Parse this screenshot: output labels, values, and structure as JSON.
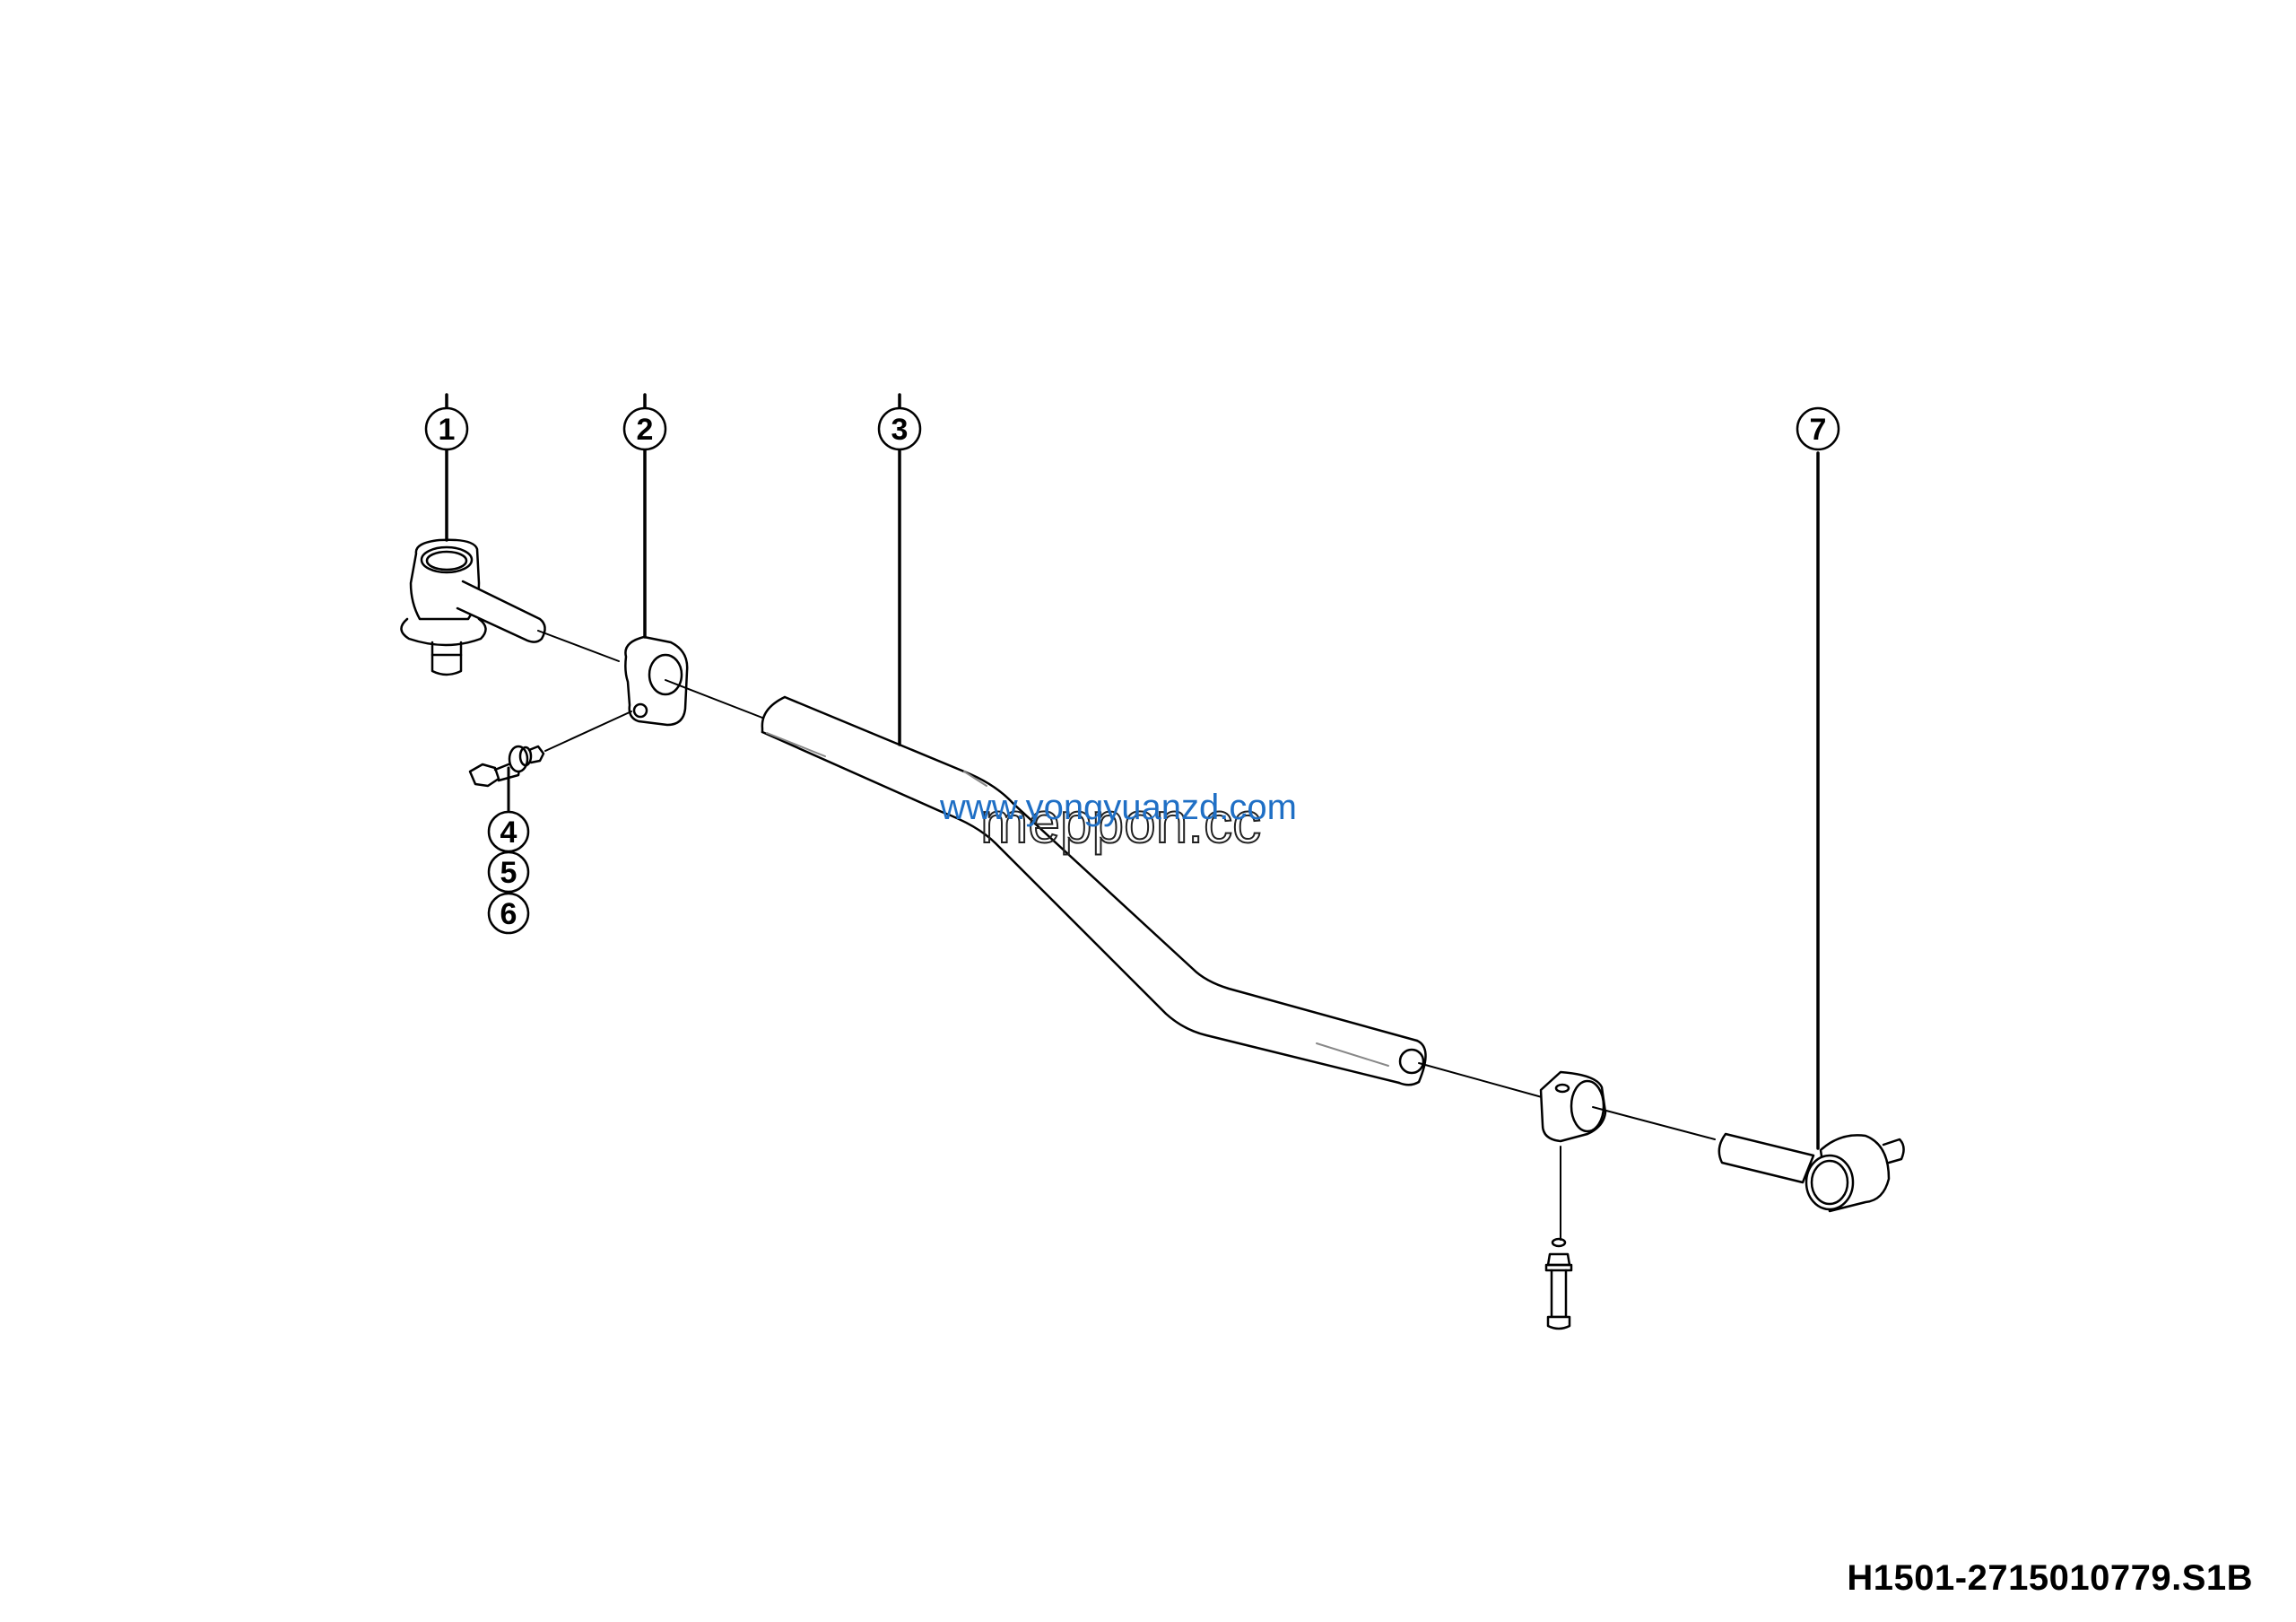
{
  "diagram": {
    "type": "exploded-parts-view",
    "subject": "steering tie rod assembly",
    "drawing_id": "H1501-2715010779.S1B",
    "callouts": [
      {
        "id": "1",
        "label": "1",
        "part": "tie rod end (left)"
      },
      {
        "id": "2",
        "label": "2",
        "part": "clamp"
      },
      {
        "id": "3",
        "label": "3",
        "part": "tie rod tube"
      },
      {
        "id": "4",
        "label": "4",
        "part": "bolt"
      },
      {
        "id": "5",
        "label": "5",
        "part": "washer"
      },
      {
        "id": "6",
        "label": "6",
        "part": "nut"
      },
      {
        "id": "7",
        "label": "7",
        "part": "tie rod end (right)"
      }
    ]
  },
  "watermarks": {
    "blue": "www.yongyuanzd.com",
    "outline": "meppon.cc"
  },
  "colors": {
    "line": "#000000",
    "watermark_blue": "#1f6fc5",
    "background": "#ffffff"
  }
}
